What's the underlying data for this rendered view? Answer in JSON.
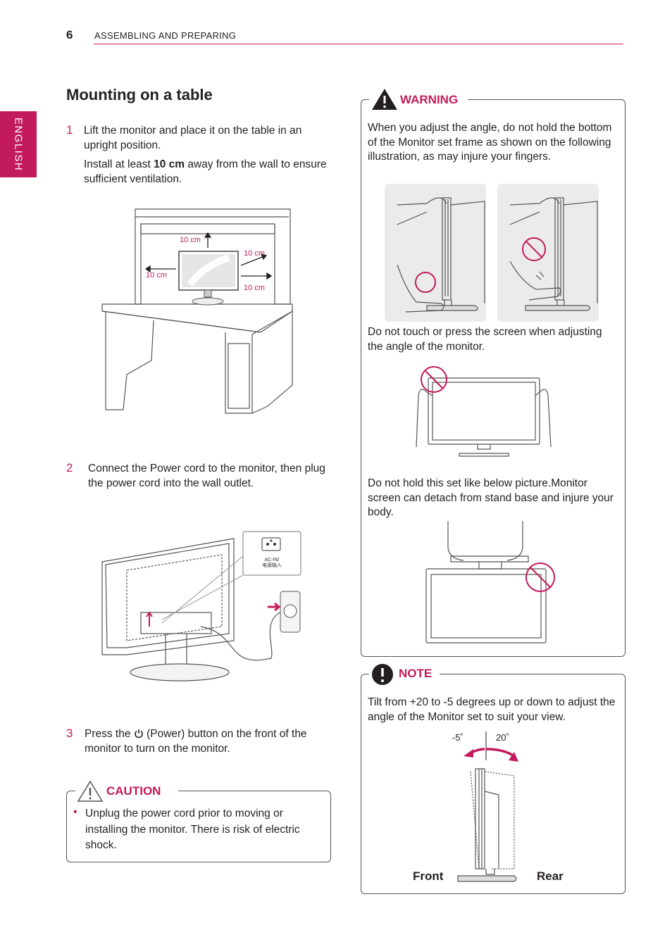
{
  "header": {
    "page_number": "6",
    "section_title": "ASSEMBLING AND PREPARING"
  },
  "side_tab": "ENGLISH",
  "title": "Mounting on a table",
  "steps": [
    {
      "number": "1",
      "text": "Lift the monitor and place it on the table in an upright position.",
      "note_prefix": "Install at least ",
      "note_bold": "10 cm",
      "note_suffix": " away from the wall to ensure sufficient ventilation."
    },
    {
      "number": "2",
      "text": "Connect the Power cord to the monitor, then plug the power cord into the wall outlet."
    },
    {
      "number": "3",
      "text_before": "Press the ",
      "text_after": " (Power) button on the front of the monitor to turn on the monitor."
    }
  ],
  "figure1": {
    "label_top": "10 cm",
    "label_left": "10 cm",
    "label_right_top": "10 cm",
    "label_right_bottom": "10 cm"
  },
  "figure2": {
    "port_label_line1": "AC-IN/",
    "port_label_line2": "电源输入"
  },
  "caution": {
    "label": "CAUTION",
    "bullet": "Unplug the power cord prior to moving or installing the monitor. There is risk of electric shock."
  },
  "warning": {
    "label": "WARNING",
    "para1": "When you adjust the angle, do not hold the bottom of the Monitor set frame as shown on the following illustration, as may injure your fingers.",
    "para2": "Do not touch or press the screen when adjusting the angle of the monitor.",
    "para3": "Do not hold this set like below picture.Monitor screen can detach from stand base and injure your body."
  },
  "note": {
    "label": "NOTE",
    "text": "Tilt from +20 to -5 degrees up or down to adjust the angle of the Monitor set to suit your view.",
    "angle_forward": "-5˚",
    "angle_back": "20˚",
    "front_label": "Front",
    "rear_label": "Rear"
  },
  "colors": {
    "accent": "#c21a5c",
    "text": "#231f20",
    "illustration_bg": "#ebebeb"
  }
}
